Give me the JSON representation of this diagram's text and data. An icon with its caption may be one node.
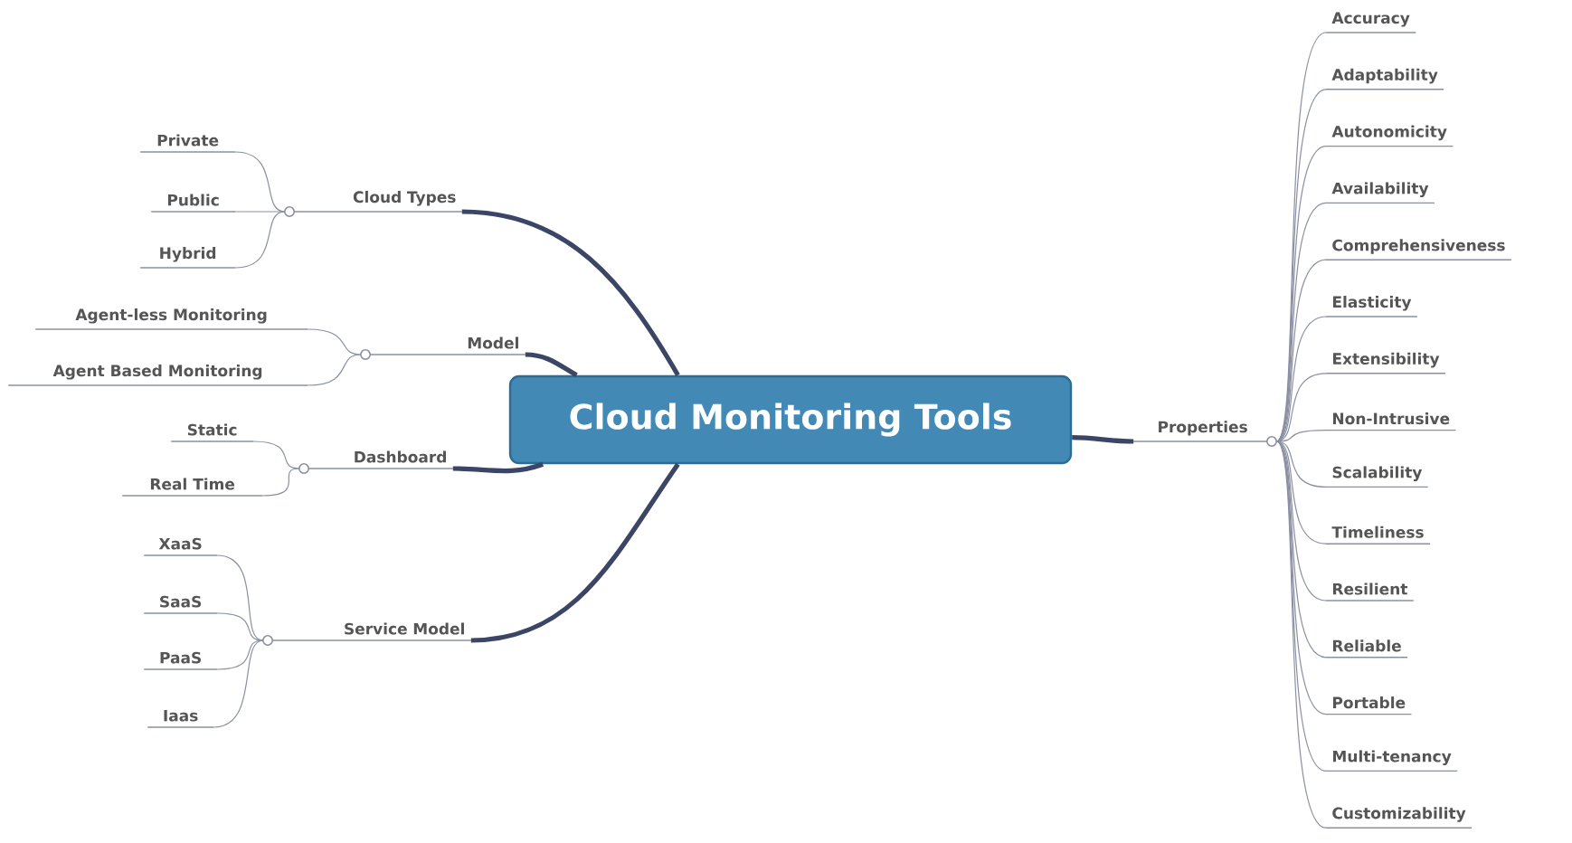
{
  "diagram": {
    "nodes": [
      {
        "text": [
          "Cloud Monitoring Tools"
        ]
      },
      {
        "text": [
          "Cloud Types"
        ]
      },
      {
        "text": [
          "Private"
        ]
      },
      {
        "text": [
          "Public"
        ]
      },
      {
        "text": [
          "Hybrid"
        ]
      },
      {
        "text": [
          "Model"
        ]
      },
      {
        "text": [
          "Agent-less Monitoring"
        ]
      },
      {
        "text": [
          "Agent Based Monitoring"
        ]
      },
      {
        "text": [
          "Dashboard"
        ]
      },
      {
        "text": [
          "Static"
        ]
      },
      {
        "text": [
          "Real Time"
        ]
      },
      {
        "text": [
          "Service Model"
        ]
      },
      {
        "text": [
          "XaaS"
        ]
      },
      {
        "text": [
          "SaaS"
        ]
      },
      {
        "text": [
          "PaaS"
        ]
      },
      {
        "text": [
          "Iaas"
        ]
      },
      {
        "text": [
          "Properties"
        ]
      },
      {
        "text": [
          "Accuracy"
        ]
      },
      {
        "text": [
          "Adaptability"
        ]
      },
      {
        "text": [
          "Autonomicity"
        ]
      },
      {
        "text": [
          "Availability"
        ]
      },
      {
        "text": [
          "Comprehensiveness"
        ]
      },
      {
        "text": [
          "Elasticity"
        ]
      },
      {
        "text": [
          "Extensibility"
        ]
      },
      {
        "text": [
          "Non-Intrusive"
        ]
      },
      {
        "text": [
          "Scalability"
        ]
      },
      {
        "text": [
          "Timeliness"
        ]
      },
      {
        "text": [
          "Resilient"
        ]
      },
      {
        "text": [
          "Reliable"
        ]
      },
      {
        "text": [
          "Portable"
        ]
      },
      {
        "text": [
          "Multi-tenancy"
        ]
      },
      {
        "text": [
          "Customizability"
        ]
      }
    ],
    "edges": [
      {
        "from": 0,
        "to": 1,
        "arrow": "none",
        "style": "thick",
        "color": "#3b4565"
      },
      {
        "from": 1,
        "to": 2,
        "arrow": "none"
      },
      {
        "from": 1,
        "to": 3,
        "arrow": "none"
      },
      {
        "from": 1,
        "to": 4,
        "arrow": "none"
      },
      {
        "from": 0,
        "to": 5,
        "arrow": "none",
        "style": "thick",
        "color": "#3b4565"
      },
      {
        "from": 5,
        "to": 6,
        "arrow": "none"
      },
      {
        "from": 5,
        "to": 7,
        "arrow": "none"
      },
      {
        "from": 0,
        "to": 8,
        "arrow": "none",
        "style": "thick",
        "color": "#3b4565"
      },
      {
        "from": 8,
        "to": 9,
        "arrow": "none"
      },
      {
        "from": 8,
        "to": 10,
        "arrow": "none"
      },
      {
        "from": 0,
        "to": 11,
        "arrow": "none",
        "style": "thick",
        "color": "#3b4565"
      },
      {
        "from": 11,
        "to": 12,
        "arrow": "none"
      },
      {
        "from": 11,
        "to": 13,
        "arrow": "none"
      },
      {
        "from": 11,
        "to": 14,
        "arrow": "none"
      },
      {
        "from": 11,
        "to": 15,
        "arrow": "none"
      },
      {
        "from": 0,
        "to": 16,
        "arrow": "none",
        "style": "thick",
        "color": "#3b4565"
      },
      {
        "from": 16,
        "to": 17,
        "arrow": "none"
      },
      {
        "from": 16,
        "to": 18,
        "arrow": "none"
      },
      {
        "from": 16,
        "to": 19,
        "arrow": "none"
      },
      {
        "from": 16,
        "to": 20,
        "arrow": "none"
      },
      {
        "from": 16,
        "to": 21,
        "arrow": "none"
      },
      {
        "from": 16,
        "to": 22,
        "arrow": "none"
      },
      {
        "from": 16,
        "to": 23,
        "arrow": "none"
      },
      {
        "from": 16,
        "to": 24,
        "arrow": "none"
      },
      {
        "from": 16,
        "to": 25,
        "arrow": "none"
      },
      {
        "from": 16,
        "to": 26,
        "arrow": "none"
      },
      {
        "from": 16,
        "to": 27,
        "arrow": "none"
      },
      {
        "from": 16,
        "to": 28,
        "arrow": "none"
      },
      {
        "from": 16,
        "to": 29,
        "arrow": "none"
      },
      {
        "from": 16,
        "to": 30,
        "arrow": "none"
      },
      {
        "from": 16,
        "to": 31,
        "arrow": "none"
      }
    ]
  }
}
